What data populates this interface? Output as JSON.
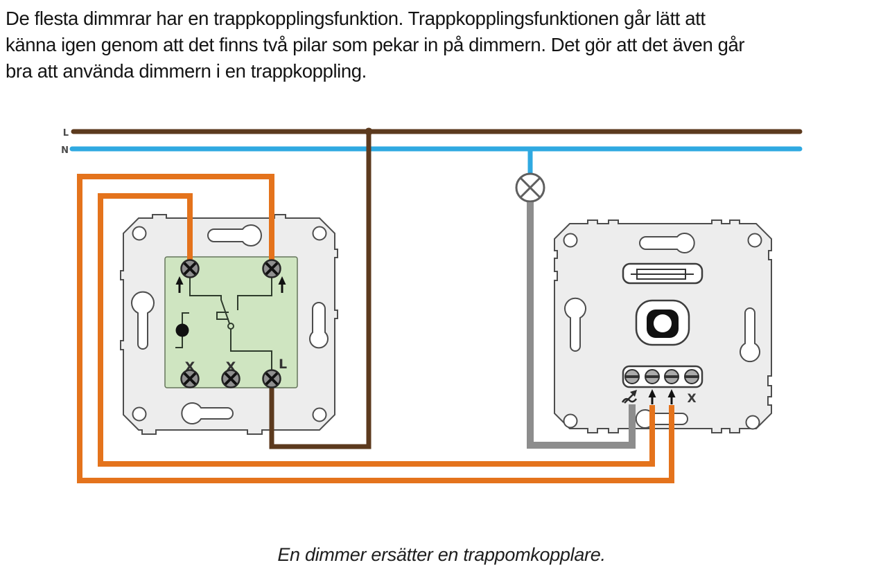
{
  "intro": {
    "lines": [
      "De flesta dimmrar har en trappkopplingsfunktion. Trappkopplingsfunktionen går lätt att",
      "känna igen genom att det finns två pilar som pekar in på dimmern. Det gör att det även går",
      "bra att använda dimmern i en trappkoppling."
    ]
  },
  "figure": {
    "caption": "En dimmer ersätter en trappomkopplare.",
    "bus": {
      "line_label": "L",
      "neutral_label": "N"
    },
    "switch": {
      "terminal_labels": [
        "X",
        "X",
        "L"
      ]
    },
    "dimmer": {
      "unused_terminal_label": "X"
    },
    "colors": {
      "line": "#5C3A1E",
      "neutral": "#2FA9E1",
      "switched": "#E4731C",
      "lamp_wire": "#8D8D8D"
    }
  }
}
